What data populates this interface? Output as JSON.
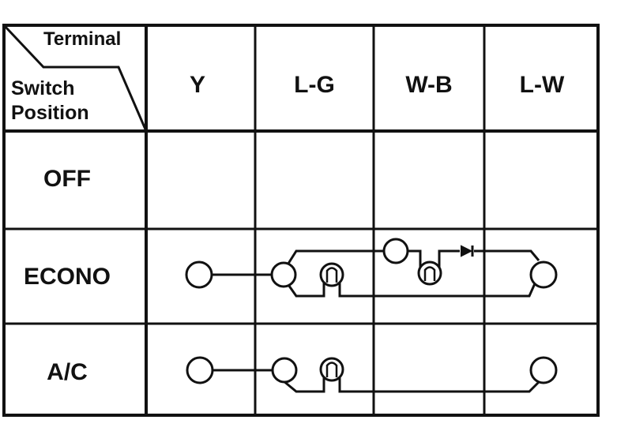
{
  "header": {
    "corner_top": "Terminal",
    "corner_bottom_1": "Switch",
    "corner_bottom_2": "Position"
  },
  "columns": [
    "Y",
    "L-G",
    "W-B",
    "L-W"
  ],
  "rows": [
    "OFF",
    "ECONO",
    "A/C"
  ],
  "colors": {
    "ink": "#111111",
    "paper": "#ffffff"
  }
}
